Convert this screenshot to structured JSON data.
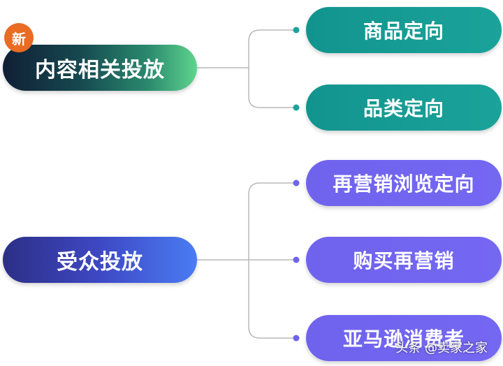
{
  "badge": {
    "label": "新",
    "color": "#ea6b24"
  },
  "groups": [
    {
      "root": "内容相关投放",
      "leaves": [
        "商品定向",
        "品类定向"
      ],
      "color": "#1aa39a"
    },
    {
      "root": "受众投放",
      "leaves": [
        "再营销浏览定向",
        "购买再营销",
        "亚马逊消费者"
      ],
      "color": "#6f63ee"
    }
  ],
  "watermark": "头条 @卖家之家"
}
